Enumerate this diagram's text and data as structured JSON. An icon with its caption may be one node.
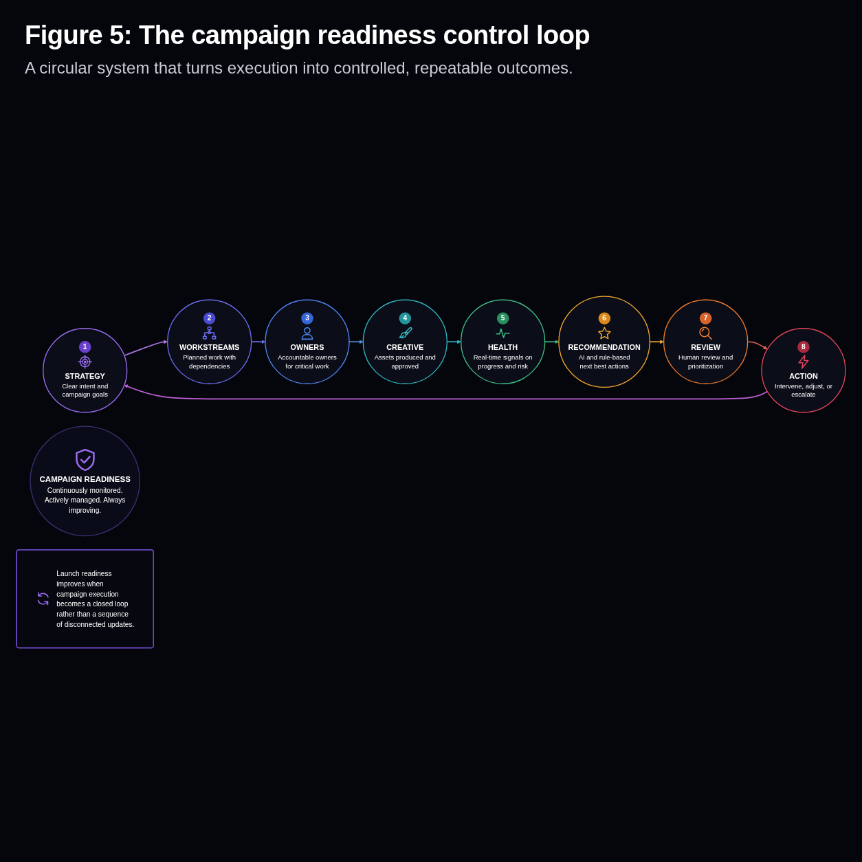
{
  "diagram": {
    "title": "Figure 5: The campaign readiness control loop",
    "caption": "A circular system that turns execution into controlled, repeatable outcomes.",
    "nodes": [
      {
        "text": [
          "1",
          "STRATEGY",
          "Clear intent and campaign goals"
        ]
      },
      {
        "text": [
          "2",
          "WORKSTREAMS",
          "Planned work with dependencies"
        ]
      },
      {
        "text": [
          "3",
          "OWNERS",
          "Accountable owners for critical work"
        ]
      },
      {
        "text": [
          "4",
          "CREATIVE",
          "Assets produced and approved"
        ]
      },
      {
        "text": [
          "5",
          "HEALTH",
          "Real-time signals on progress and risk"
        ]
      },
      {
        "text": [
          "6",
          "RECOMMENDATION",
          "AI and rule-based next best actions"
        ]
      },
      {
        "text": [
          "7",
          "REVIEW",
          "Human review and prioritization"
        ]
      },
      {
        "text": [
          "8",
          "ACTION",
          "Intervene, adjust, or escalate"
        ]
      },
      {
        "text": [
          "CAMPAIGN READINESS",
          "Continuously monitored. Actively managed. Always improving."
        ]
      },
      {
        "text": [
          "Launch readiness improves when campaign execution becomes a closed loop rather than a sequence of disconnected updates."
        ]
      }
    ],
    "edges": [
      {
        "from": 0,
        "to": 1,
        "arrow": "to",
        "color": "#b07ae8"
      },
      {
        "from": 1,
        "to": 2,
        "arrow": "to",
        "color": "#6b74f2"
      },
      {
        "from": 2,
        "to": 3,
        "arrow": "to",
        "color": "#4f8ee0"
      },
      {
        "from": 3,
        "to": 4,
        "arrow": "to",
        "color": "#2fb4c8"
      },
      {
        "from": 4,
        "to": 5,
        "arrow": "to",
        "color": "#3dba85"
      },
      {
        "from": 5,
        "to": 6,
        "arrow": "to",
        "color": "#f0a83a"
      },
      {
        "from": 6,
        "to": 7,
        "arrow": "to",
        "color": "#e4605a"
      },
      {
        "from": 7,
        "to": 0,
        "arrow": "to",
        "color": "#c060d8"
      }
    ]
  }
}
